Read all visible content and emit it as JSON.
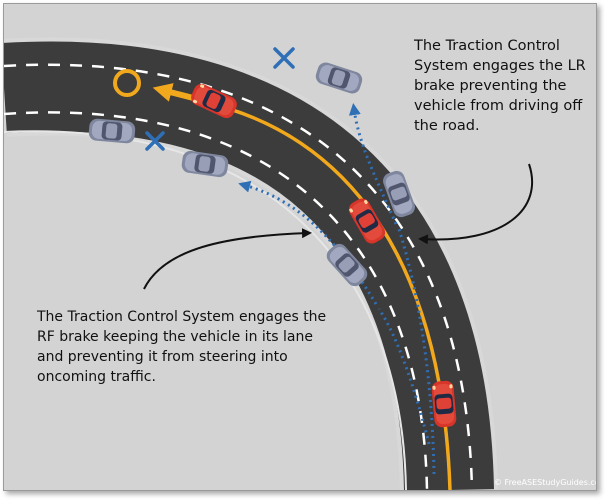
{
  "annotations": {
    "lr_brake": "The Traction Control System engages the LR brake preventing the vehicle from driving off the road.",
    "rf_brake": "The Traction Control System engages the RF brake keeping the vehicle in its lane and preventing it from steering into oncoming traffic."
  },
  "copyright": "© FreeASEStudyGuides.com",
  "colors": {
    "background": "#d3d3d3",
    "road": "#3c3c3c",
    "road_edge": "#d8d8d8",
    "center_line": "#f2a81d",
    "lane_dashes": "#ffffff",
    "path_arrow": "#2f6fb6",
    "target_circle": "#f2a81d",
    "red_car": "#d7352a",
    "gray_car": "#8e95ad",
    "callout_line": "#111111"
  },
  "icons": {
    "success_marker": "circle-target-icon",
    "failure_marker": "x-mark-icon"
  }
}
